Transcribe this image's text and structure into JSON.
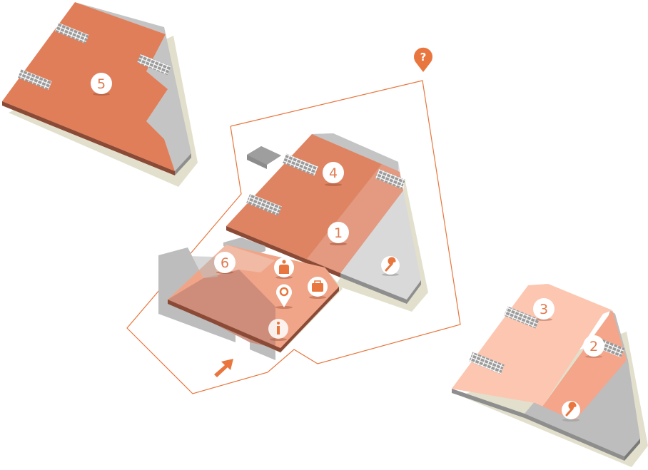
{
  "colors": {
    "accent": "#e8763e",
    "roof_dark": "#e0805f",
    "roof_light": "#f4a88a",
    "roof_pale": "#fbc6b0",
    "shadow": "#e2e0cc",
    "wall": "#bdbdbd"
  },
  "buildings": [
    {
      "label": "1"
    },
    {
      "label": "2"
    },
    {
      "label": "3"
    },
    {
      "label": "4"
    },
    {
      "label": "5"
    },
    {
      "label": "6"
    }
  ],
  "markers": {
    "help": "?",
    "icons": [
      "person-icon",
      "briefcase-icon",
      "location-pin-icon",
      "info-icon",
      "wrench-icon",
      "wrench-icon",
      "entrance-arrow-icon"
    ],
    "info": "i"
  }
}
